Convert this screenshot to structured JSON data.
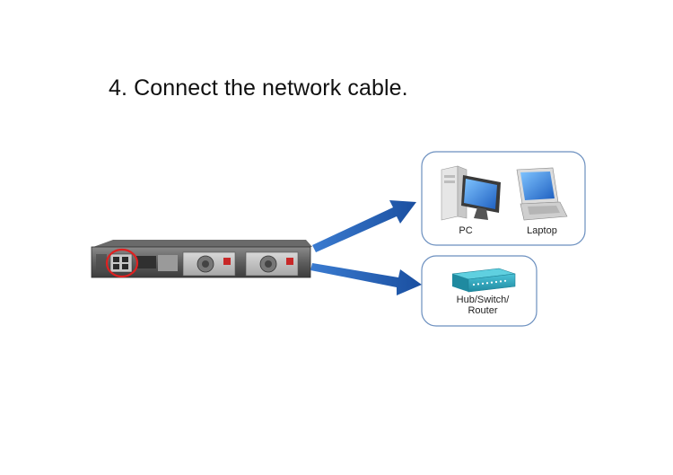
{
  "title": "4. Connect the network cable.",
  "devices": {
    "pc_label": "PC",
    "laptop_label": "Laptop",
    "hub_label_line1": "Hub/Switch/",
    "hub_label_line2": "Router"
  },
  "colors": {
    "arrow": "#1f5fb5",
    "box_border": "#6b8fbf",
    "highlight_circle": "#e02020",
    "hub_body": "#2aa0b8"
  },
  "icons": [
    "nas-rackmount-unit",
    "pc-tower-icon",
    "monitor-icon",
    "laptop-icon",
    "network-switch-icon",
    "arrow-icon"
  ]
}
